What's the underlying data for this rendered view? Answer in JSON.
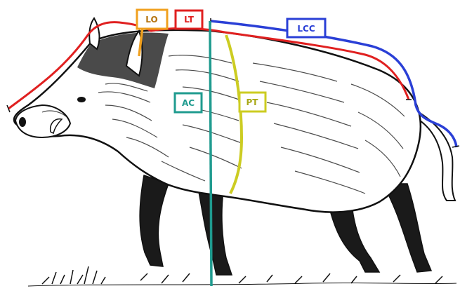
{
  "labels": {
    "lo": "LO",
    "lt": "LT",
    "lcc": "LCC",
    "ac": "AC",
    "pt": "PT"
  },
  "colors": {
    "lo": "#f0a01e",
    "lt": "#e02020",
    "lcc": "#2a3fd6",
    "ac": "#1f9b8f",
    "pt": "#cccc22",
    "ink": "#111111"
  }
}
